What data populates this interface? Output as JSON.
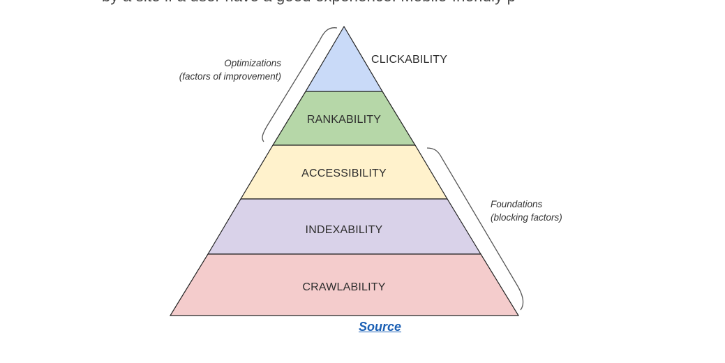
{
  "header": {
    "cut_text": "by a site if a user have a good experience. Mobile-friendly p"
  },
  "pyramid": {
    "levels": [
      {
        "label": "CLICKABILITY",
        "color": "#c9daf8"
      },
      {
        "label": "RANKABILITY",
        "color": "#b6d7a8"
      },
      {
        "label": "ACCESSIBILITY",
        "color": "#fff2cc"
      },
      {
        "label": "INDEXABILITY",
        "color": "#d9d2e9"
      },
      {
        "label": "CRAWLABILITY",
        "color": "#f4cccc"
      }
    ],
    "left_annotation": {
      "line1": "Optimizations",
      "line2": "(factors of improvement)"
    },
    "right_annotation": {
      "line1": "Foundations",
      "line2": "(blocking factors)"
    }
  },
  "source": {
    "label": "Source",
    "color": "#1a5fb4"
  }
}
